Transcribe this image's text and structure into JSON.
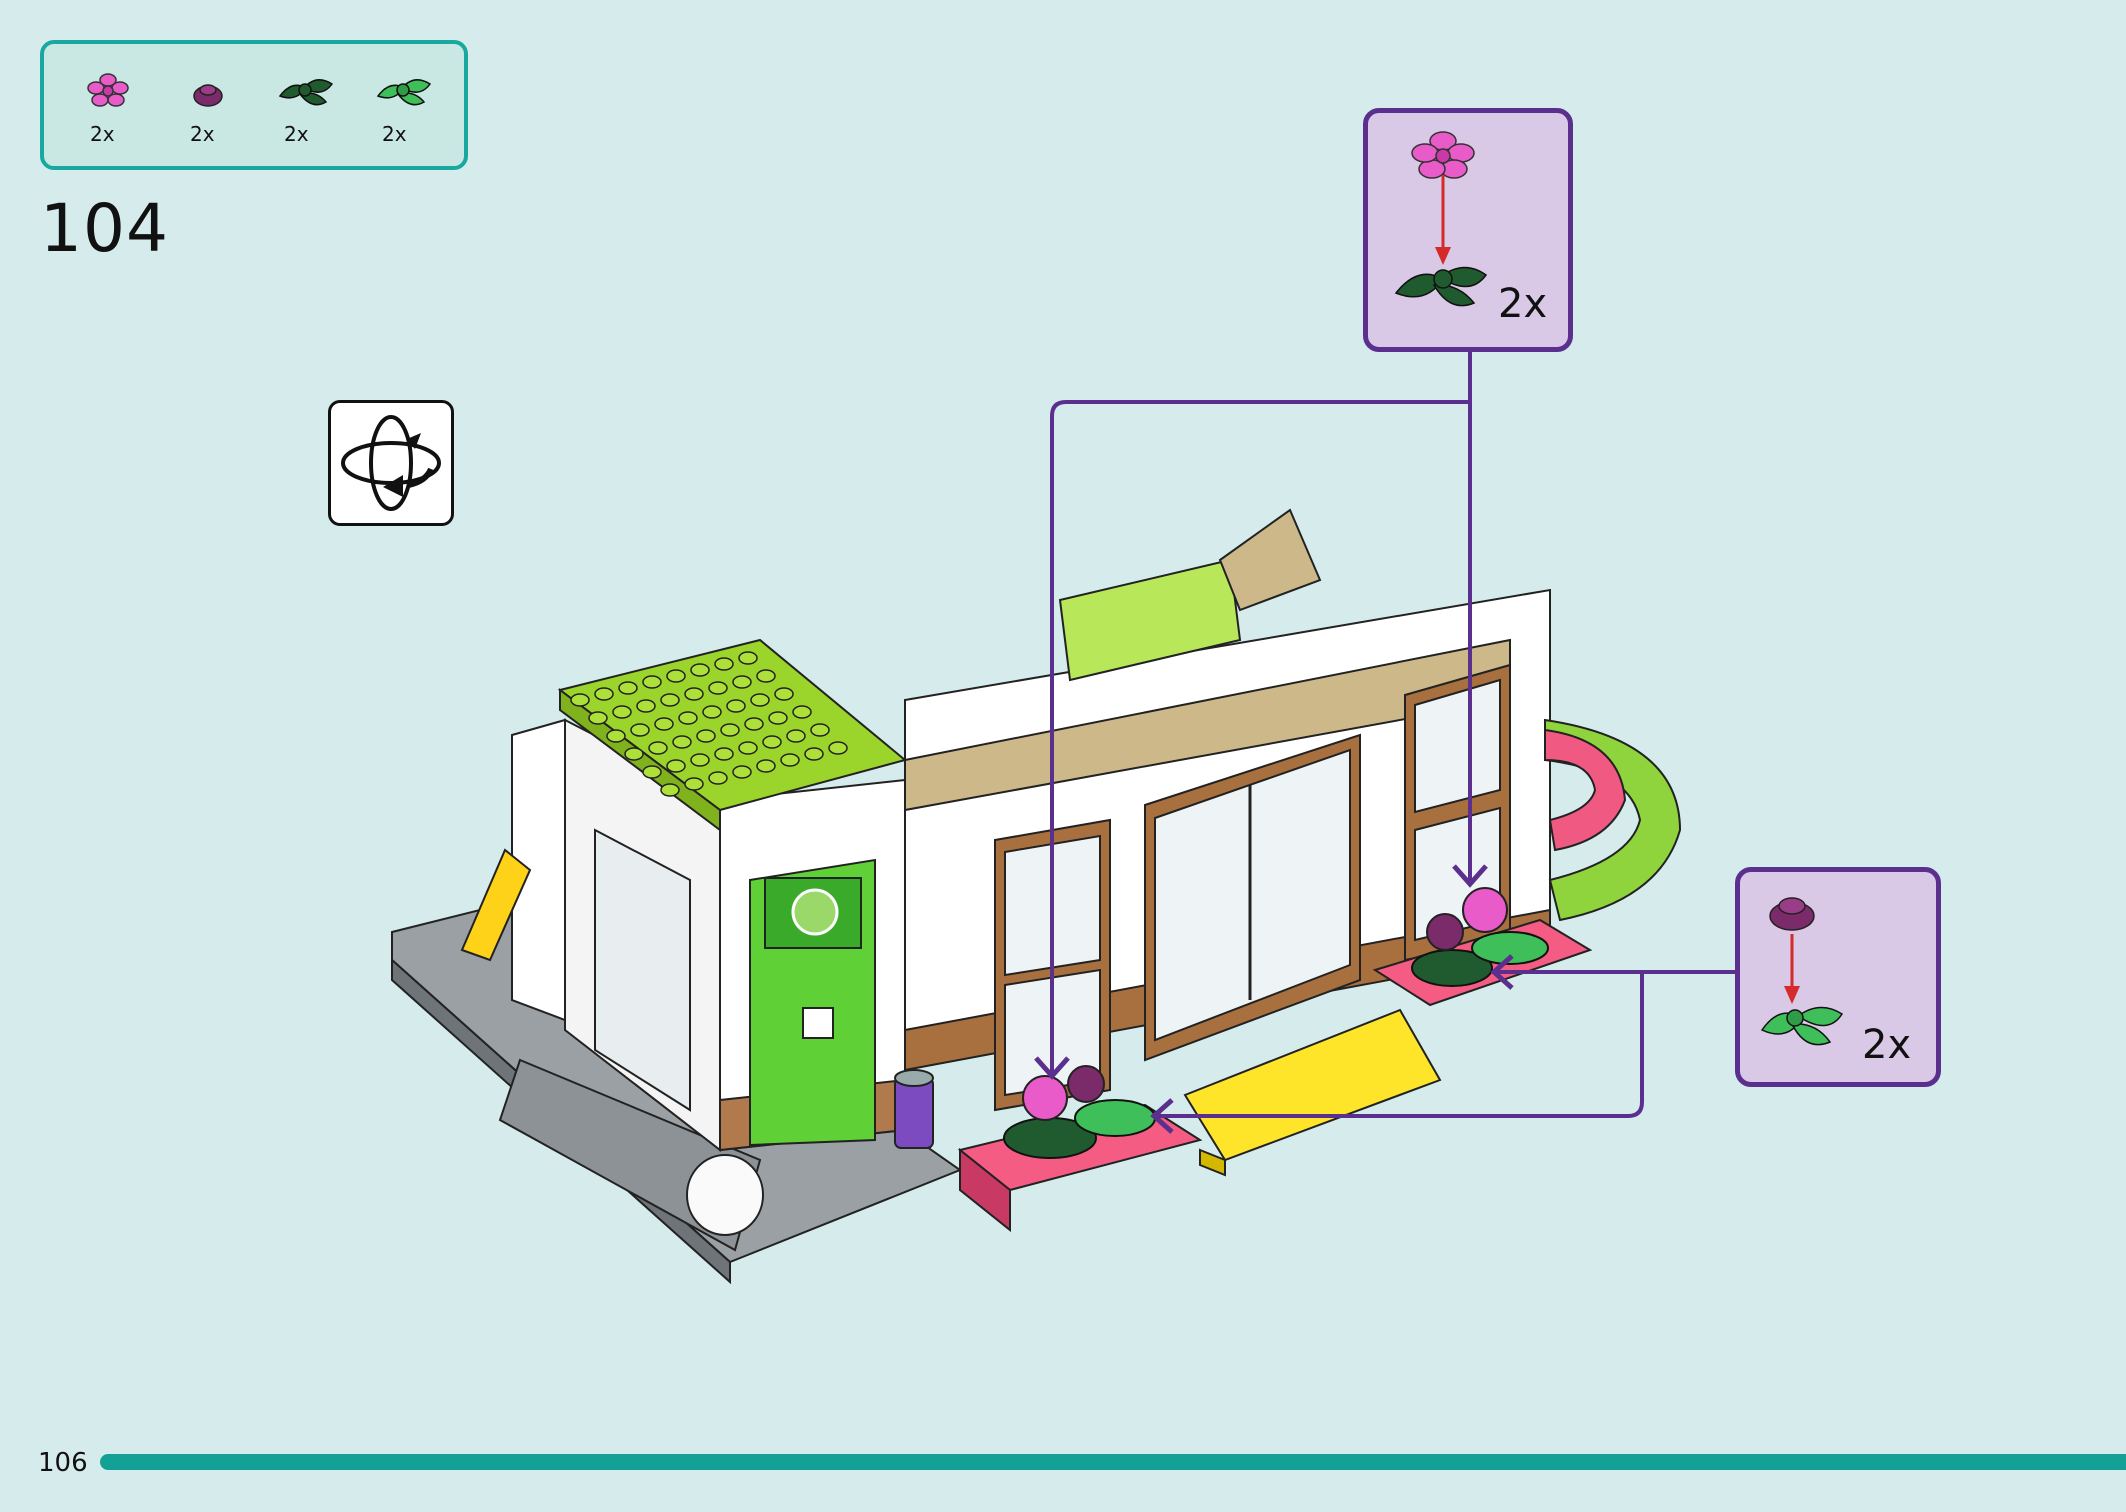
{
  "parts_list": {
    "items": [
      {
        "icon": "pink-flower-icon",
        "quantity": "2x",
        "color": "#e85bc9"
      },
      {
        "icon": "purple-round-plate-icon",
        "quantity": "2x",
        "color": "#7b2a6a"
      },
      {
        "icon": "dark-green-leaves-icon",
        "quantity": "2x",
        "color": "#1f5b2e"
      },
      {
        "icon": "bright-green-leaves-icon",
        "quantity": "2x",
        "color": "#3fbf5a"
      }
    ]
  },
  "step": {
    "number": "104"
  },
  "rotate": {
    "icon": "rotate-model-icon"
  },
  "callouts": {
    "top": {
      "quantity": "2x"
    },
    "right": {
      "quantity": "2x"
    }
  },
  "footer": {
    "page_number": "106"
  },
  "colors": {
    "background": "#d6ecec",
    "accent": "#14a195",
    "callout_border": "#5b2f8e",
    "callout_fill": "#d9c8e6"
  }
}
